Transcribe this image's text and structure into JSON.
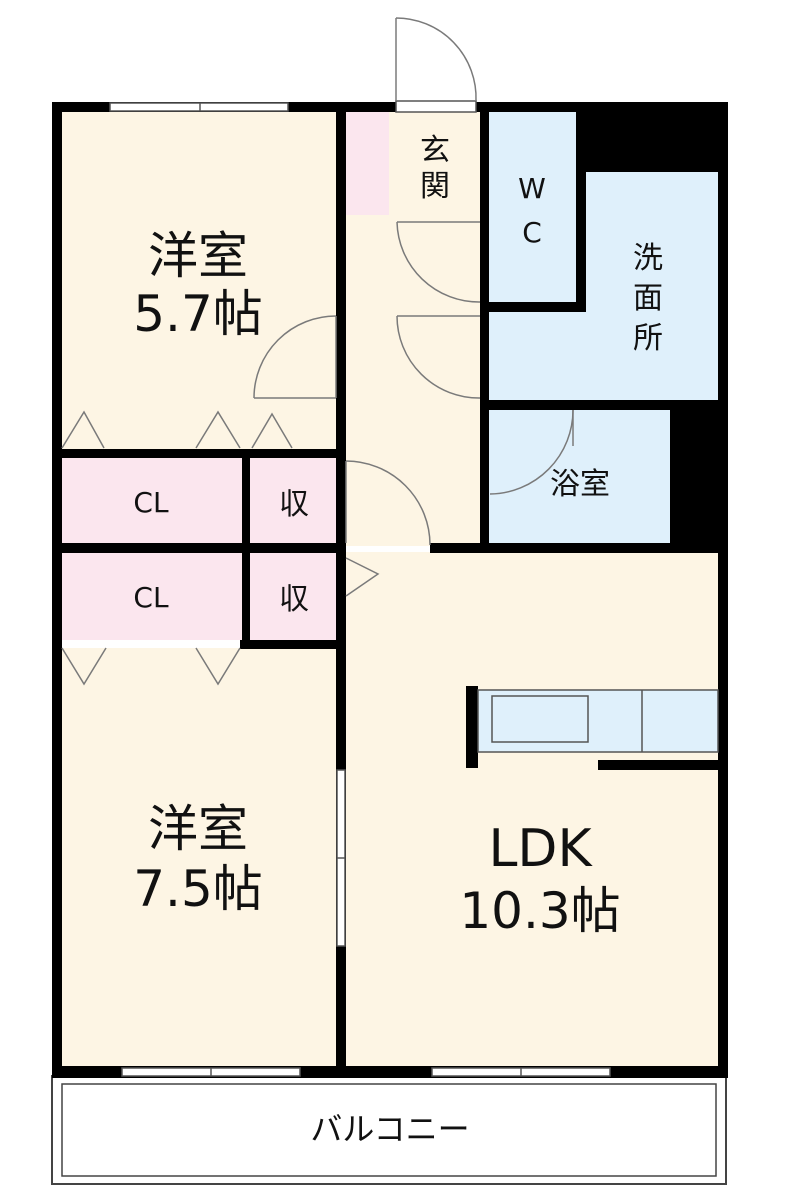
{
  "rooms": {
    "western_room_top": {
      "name": "洋室",
      "size": "5.7帖"
    },
    "western_room_bottom": {
      "name": "洋室",
      "size": "7.5帖"
    },
    "ldk": {
      "name": "LDK",
      "size": "10.3帖"
    },
    "entrance": {
      "line1": "玄",
      "line2": "関"
    },
    "wc": {
      "line1": "W",
      "line2": "C"
    },
    "washroom": {
      "line1": "洗",
      "line2": "面",
      "line3": "所"
    },
    "bathroom": {
      "name": "浴室"
    },
    "closet_top": {
      "label": "CL"
    },
    "closet_bottom": {
      "label": "CL"
    },
    "storage_top": {
      "label": "収"
    },
    "storage_bottom": {
      "label": "収"
    },
    "balcony": {
      "name": "バルコニー"
    }
  },
  "colors": {
    "wall": "#000000",
    "floor": "#fdf5e4",
    "wet_area": "#dff0fb",
    "storage": "#fbe6ee",
    "balcony": "#ffffff",
    "door_line": "#7a7a7a"
  }
}
